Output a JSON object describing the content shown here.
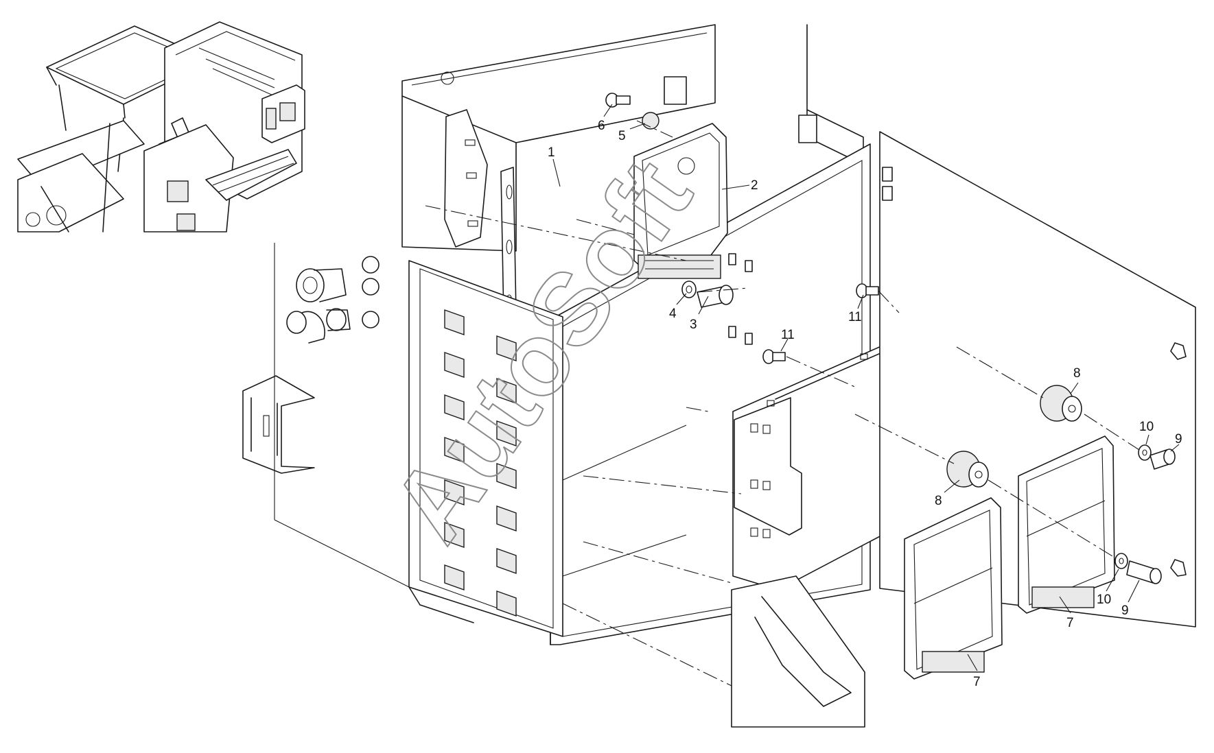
{
  "diagram": {
    "callouts": [
      {
        "id": "c1a",
        "label": "1"
      },
      {
        "id": "c2a",
        "label": "2"
      },
      {
        "id": "c3a",
        "label": "3"
      },
      {
        "id": "c4a",
        "label": "4"
      },
      {
        "id": "c5a",
        "label": "5"
      },
      {
        "id": "c6a",
        "label": "6"
      },
      {
        "id": "c7a",
        "label": "7"
      },
      {
        "id": "c7b",
        "label": "7"
      },
      {
        "id": "c8a",
        "label": "8"
      },
      {
        "id": "c8b",
        "label": "8"
      },
      {
        "id": "c9a",
        "label": "9"
      },
      {
        "id": "c9b",
        "label": "9"
      },
      {
        "id": "c10a",
        "label": "10"
      },
      {
        "id": "c10b",
        "label": "10"
      },
      {
        "id": "c11a",
        "label": "11"
      },
      {
        "id": "c11b",
        "label": "11"
      }
    ],
    "watermark": "AutoSoft"
  }
}
